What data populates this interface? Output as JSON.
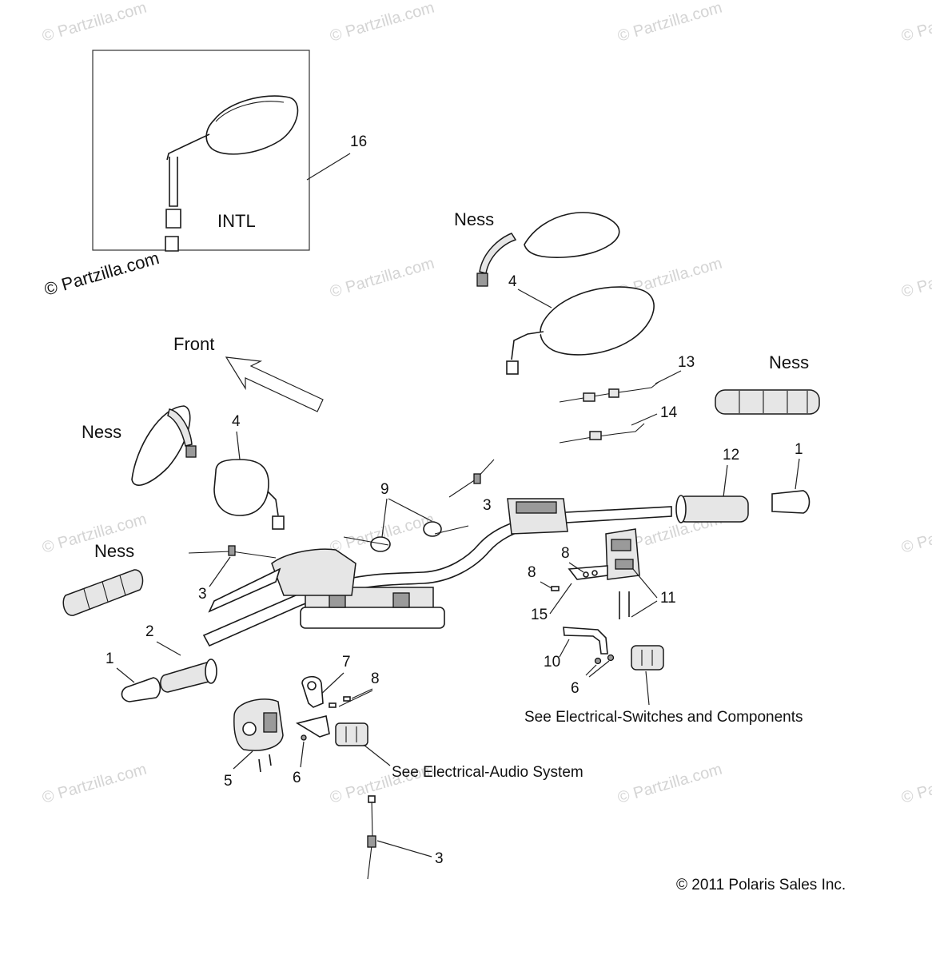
{
  "watermark": {
    "text": "© Partzilla.com",
    "color": "#d4d4d4",
    "prominent_text": "© Partzilla.com"
  },
  "copyright": "© 2011 Polaris Sales Inc.",
  "inset": {
    "label": "INTL",
    "callout": "16"
  },
  "labels": {
    "front": "Front",
    "ness_top": "Ness",
    "ness_right": "Ness",
    "ness_left_mirror": "Ness",
    "ness_left_grip": "Ness",
    "ref_switches": "See Electrical-Switches and Components",
    "ref_audio": "See Electrical-Audio System"
  },
  "callouts": {
    "c4_top": "4",
    "c4_left": "4",
    "c13": "13",
    "c14": "14",
    "c12": "12",
    "c1_right": "1",
    "c1_left": "1",
    "c2": "2",
    "c9": "9",
    "c3_right": "3",
    "c3_left": "3",
    "c3_bottom": "3",
    "c8_a": "8",
    "c8_b": "8",
    "c8_c": "8",
    "c15": "15",
    "c11": "11",
    "c10": "10",
    "c6_right": "6",
    "c6_left": "6",
    "c7": "7",
    "c5": "5"
  }
}
